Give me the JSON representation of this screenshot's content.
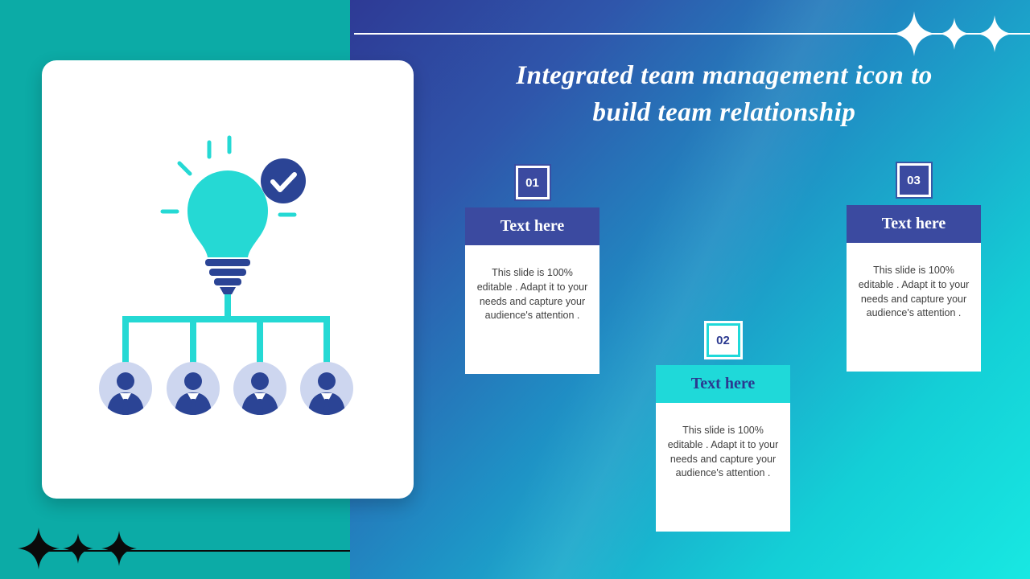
{
  "title": {
    "line1": "Integrated team management icon to",
    "line2": "build team relationship"
  },
  "cards": [
    {
      "number": "01",
      "header": "Text here",
      "body": "This slide is 100% editable . Adapt it to your needs and capture your audience's attention .",
      "accent": "blue"
    },
    {
      "number": "02",
      "header": "Text here",
      "body": "This slide is 100% editable . Adapt it to your needs and capture your audience's attention .",
      "accent": "cyan"
    },
    {
      "number": "03",
      "header": "Text here",
      "body": "This slide is 100% editable . Adapt it to your needs and capture your audience's attention .",
      "accent": "blue"
    }
  ],
  "colors": {
    "teal_panel": "#0caba6",
    "gradient_start": "#2e3a95",
    "gradient_end": "#18e8e2",
    "accent_blue": "#3b4aa0",
    "accent_cyan": "#1fd9d9",
    "bulb_cyan": "#25d9d4",
    "figure_blue": "#2b4495",
    "avatar_bg": "#cdd6ef",
    "white": "#ffffff",
    "black": "#0a0a0a"
  },
  "icons": {
    "sparkles_top_count": 3,
    "sparkles_bottom_count": 3
  }
}
